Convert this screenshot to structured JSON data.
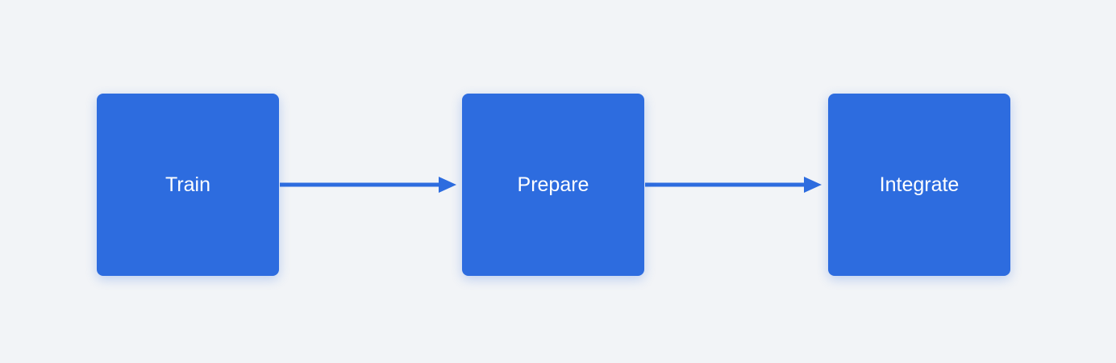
{
  "diagram": {
    "nodes": [
      {
        "id": "train",
        "label": "Train"
      },
      {
        "id": "prepare",
        "label": "Prepare"
      },
      {
        "id": "integrate",
        "label": "Integrate"
      }
    ],
    "edges": [
      {
        "from": "train",
        "to": "prepare"
      },
      {
        "from": "prepare",
        "to": "integrate"
      }
    ],
    "colors": {
      "node_fill": "#2d6cdf",
      "node_text": "#ffffff",
      "edge": "#2d6cdf",
      "background": "#f2f4f7"
    }
  }
}
